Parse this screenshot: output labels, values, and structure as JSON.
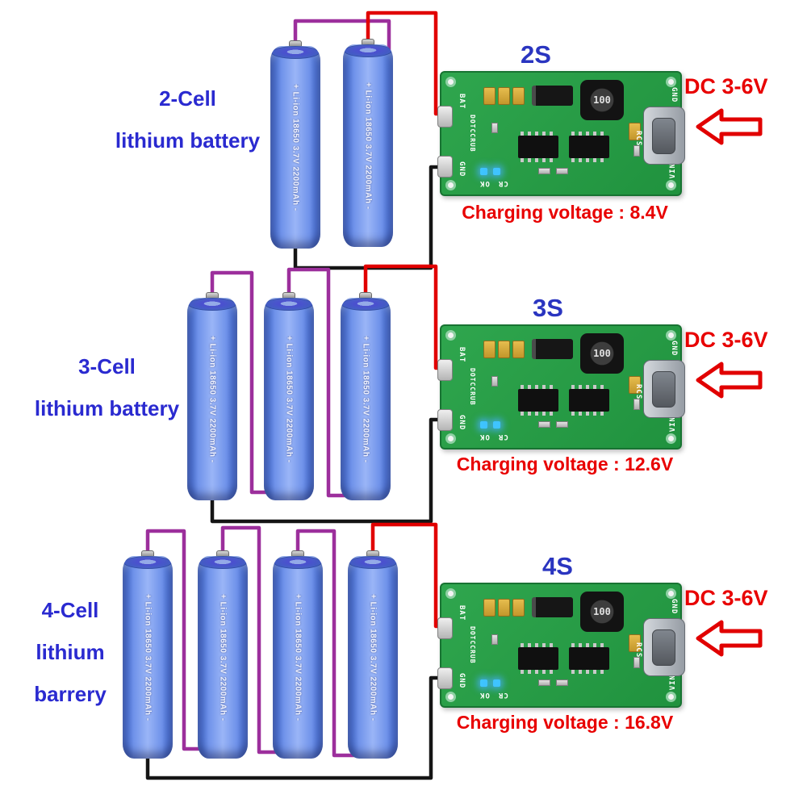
{
  "battery": {
    "label": "+ Li-ion 18650 3.7V 2200mAh -"
  },
  "pcb": {
    "bat": "BAT",
    "left_vertical": "DOTCCRUB",
    "gnd": "GND",
    "ok": "OK",
    "cr": "CR",
    "rcs": "RCS",
    "vin": "VIN",
    "inductor_value": "100"
  },
  "sections": [
    {
      "label_lines": [
        "2-Cell",
        "lithium battery"
      ],
      "module_title": "2S",
      "dc_label": "DC 3-6V",
      "charging_label": "Charging voltage : 8.4V",
      "battery_count": "2"
    },
    {
      "label_lines": [
        "3-Cell",
        "lithium battery"
      ],
      "module_title": "3S",
      "dc_label": "DC 3-6V",
      "charging_label": "Charging voltage : 12.6V",
      "battery_count": "3"
    },
    {
      "label_lines": [
        "4-Cell",
        "lithium",
        "barrery"
      ],
      "module_title": "4S",
      "dc_label": "DC 3-6V",
      "charging_label": "Charging voltage : 16.8V",
      "battery_count": "4"
    }
  ],
  "colors": {
    "label_blue": "#2a2ad0",
    "accent_red": "#e80000",
    "board_green": "#2fa64e",
    "battery_blue": "#6f92ea",
    "wire_purple": "#9c2f9c",
    "wire_red": "#e10000",
    "wire_black": "#151515"
  }
}
